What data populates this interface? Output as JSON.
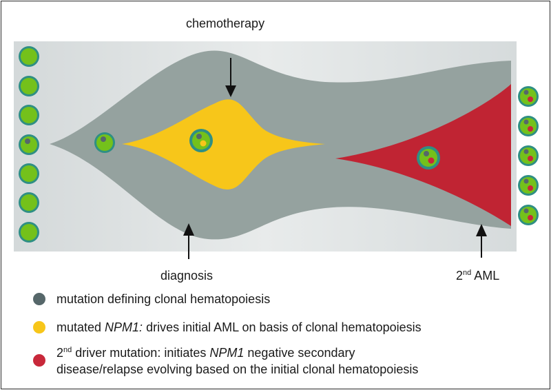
{
  "labels": {
    "chemotherapy": "chemotherapy",
    "diagnosis": "diagnosis",
    "aml_sup": "nd",
    "aml_prefix": "2",
    "aml_suffix": " AML"
  },
  "legend": [
    {
      "color": "#56676a",
      "text": "mutation defining clonal hematopoiesis"
    },
    {
      "color": "#f7c61a",
      "text_a": "mutated ",
      "text_italic": "NPM1:",
      "text_b": " drives initial AML on basis of clonal hematopoiesis"
    },
    {
      "color": "#c8283a",
      "line1_prefix": "2",
      "line1_sup": "nd",
      "line1_a": " driver mutation: initiates ",
      "line1_italic": "NPM1",
      "line1_b": " negative secondary",
      "line2": "disease/relapse evolving based on the initial clonal hematopoiesis"
    }
  ],
  "colors": {
    "background_band": "#e3e6e7",
    "gray_flow": "#95a29f",
    "yellow_clone": "#f7c61a",
    "red_clone": "#c02433",
    "cell_green": "#74c11b",
    "cell_ring": "#2f8f84",
    "nucleus_gray": "#56676a",
    "nucleus_red": "#c8283a"
  }
}
